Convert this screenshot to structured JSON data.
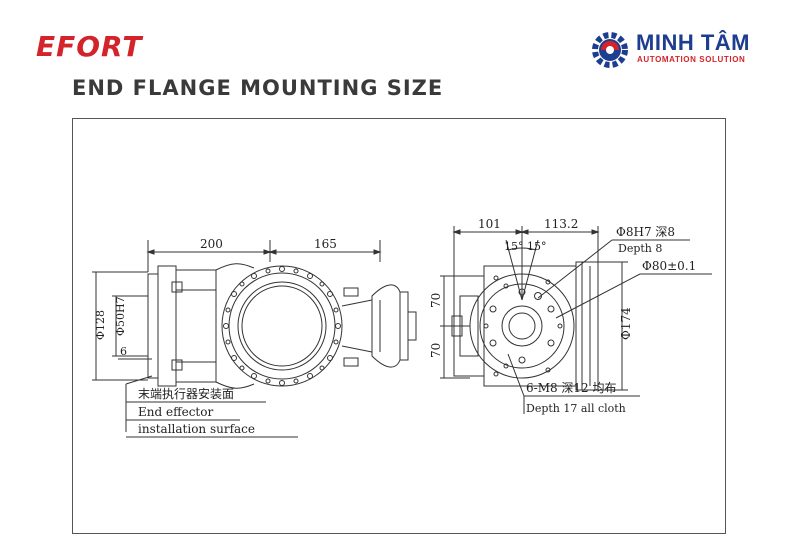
{
  "header": {
    "brand": "EFORT",
    "logo_name": "MINH TÂM",
    "logo_sub": "AUTOMATION SOLUTION",
    "title": "END FLANGE MOUNTING SIZE"
  },
  "drawing": {
    "side_view": {
      "dim_top_left": "200",
      "dim_top_right": "165",
      "dim_outer_dia": "Φ128",
      "dim_inner_dia": "Φ50H7",
      "dim_step": "6",
      "label_cn": "末端执行器安装面",
      "label_en_1": "End effector",
      "label_en_2": "installation surface"
    },
    "front_view": {
      "dim_top_left": "101",
      "dim_top_right": "113.2",
      "angle_left": "15°",
      "angle_right": "15°",
      "pin_hole": "Φ8H7 深8",
      "pin_depth": "Depth 8",
      "flange_dia": "Φ80±0.1",
      "body_dia": "Φ174",
      "dim_upper": "70",
      "dim_lower": "70",
      "thread_spec": "6-M8 深12 均布",
      "thread_depth": "Depth 17 all cloth"
    }
  },
  "colors": {
    "brand_red": "#d3232b",
    "logo_blue": "#1d3d91",
    "title_gray": "#3a3a3a"
  }
}
